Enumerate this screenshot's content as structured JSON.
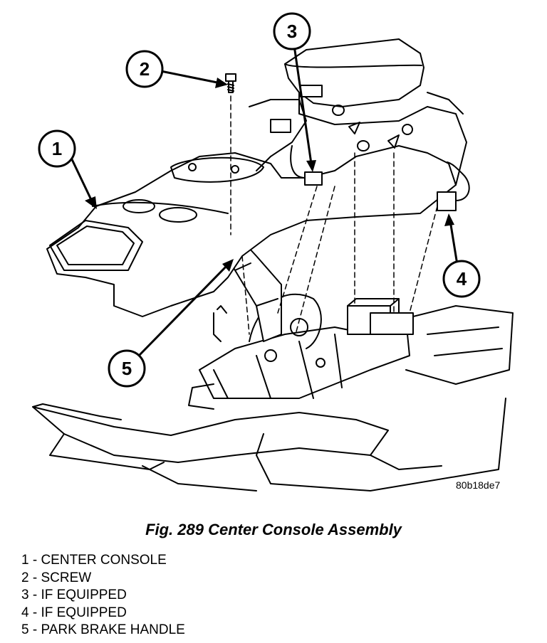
{
  "figure": {
    "code": "80b18de7",
    "caption": "Fig. 289 Center Console Assembly"
  },
  "callouts": [
    {
      "number": "1",
      "label": "CENTER CONSOLE"
    },
    {
      "number": "2",
      "label": "SCREW"
    },
    {
      "number": "3",
      "label": "IF EQUIPPED"
    },
    {
      "number": "4",
      "label": "IF EQUIPPED"
    },
    {
      "number": "5",
      "label": "PARK BRAKE HANDLE"
    }
  ],
  "legend": [
    "1 - CENTER CONSOLE",
    "2 - SCREW",
    "3 - IF EQUIPPED",
    "4 - IF EQUIPPED",
    "5 - PARK BRAKE HANDLE"
  ]
}
